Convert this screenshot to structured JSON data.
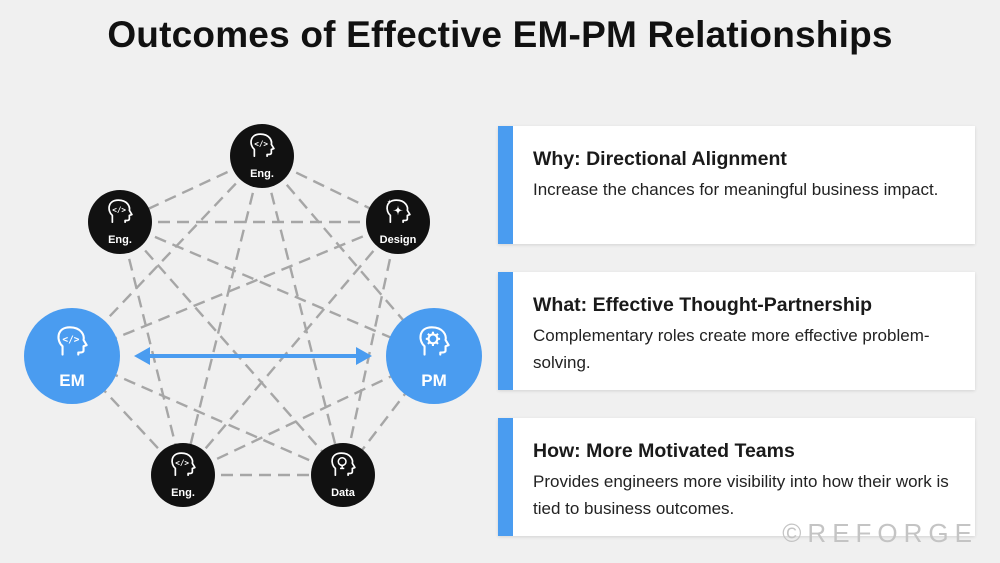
{
  "title": "Outcomes of Effective EM-PM Relationships",
  "diagram": {
    "nodes": [
      {
        "id": "eng_top",
        "label": "Eng.",
        "icon": "code-head-icon"
      },
      {
        "id": "eng_left",
        "label": "Eng.",
        "icon": "code-head-icon"
      },
      {
        "id": "design",
        "label": "Design",
        "icon": "sparkle-head-icon"
      },
      {
        "id": "em",
        "label": "EM",
        "icon": "code-head-icon"
      },
      {
        "id": "pm",
        "label": "PM",
        "icon": "gear-head-icon"
      },
      {
        "id": "eng_bottom",
        "label": "Eng.",
        "icon": "code-head-icon"
      },
      {
        "id": "data",
        "label": "Data",
        "icon": "lightbulb-head-icon"
      }
    ],
    "edges": [
      [
        "eng_top",
        "eng_left"
      ],
      [
        "eng_top",
        "design"
      ],
      [
        "eng_top",
        "em"
      ],
      [
        "eng_top",
        "pm"
      ],
      [
        "eng_top",
        "eng_bottom"
      ],
      [
        "eng_top",
        "data"
      ],
      [
        "eng_left",
        "design"
      ],
      [
        "eng_left",
        "pm"
      ],
      [
        "eng_left",
        "eng_bottom"
      ],
      [
        "eng_left",
        "data"
      ],
      [
        "design",
        "em"
      ],
      [
        "design",
        "eng_bottom"
      ],
      [
        "design",
        "data"
      ],
      [
        "em",
        "eng_bottom"
      ],
      [
        "em",
        "data"
      ],
      [
        "pm",
        "eng_bottom"
      ],
      [
        "pm",
        "data"
      ],
      [
        "eng_bottom",
        "data"
      ]
    ],
    "highlight_edge": [
      "em",
      "pm"
    ],
    "colors": {
      "accent": "#4a9cf0",
      "node_dark": "#111111",
      "edge": "#a6a6a6"
    }
  },
  "cards": [
    {
      "heading": "Why: Directional Alignment",
      "body": "Increase the chances for meaningful business impact."
    },
    {
      "heading": "What: Effective Thought-Partnership",
      "body": "Complementary roles create more effective problem-solving."
    },
    {
      "heading": "How: More Motivated Teams",
      "body": "Provides engineers more visibility into how their work is tied to business outcomes."
    }
  ],
  "watermark": "©REFORGE"
}
